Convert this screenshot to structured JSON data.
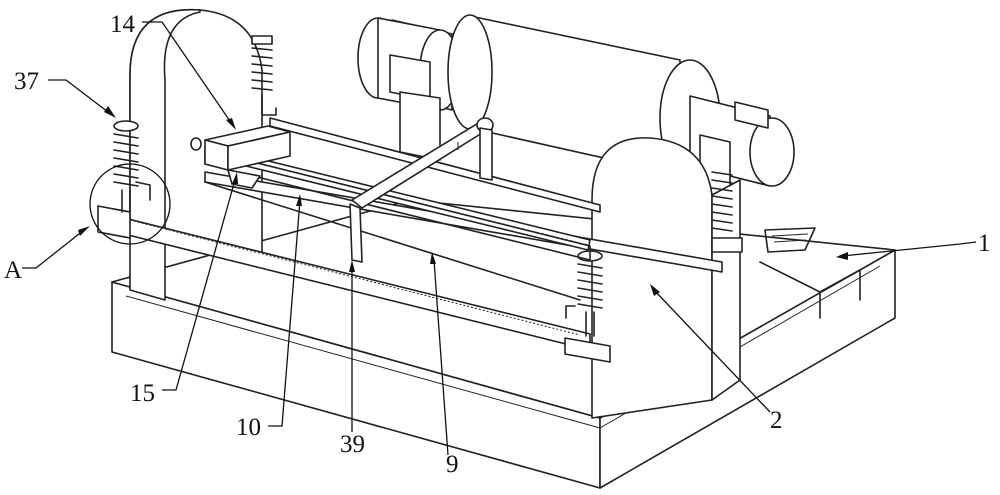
{
  "callouts": [
    {
      "id": "c14",
      "label": "14"
    },
    {
      "id": "c37",
      "label": "37"
    },
    {
      "id": "cA",
      "label": "A"
    },
    {
      "id": "c15",
      "label": "15"
    },
    {
      "id": "c10",
      "label": "10"
    },
    {
      "id": "c39",
      "label": "39"
    },
    {
      "id": "c9",
      "label": "9"
    },
    {
      "id": "c2",
      "label": "2"
    },
    {
      "id": "c1",
      "label": "1"
    }
  ]
}
